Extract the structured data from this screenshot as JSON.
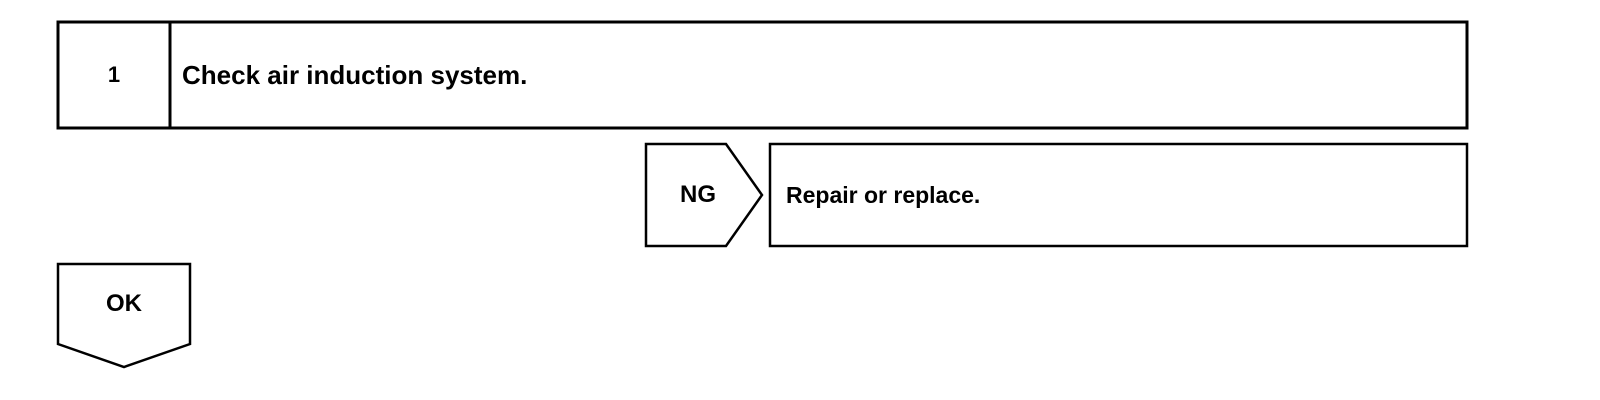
{
  "step": {
    "number": "1",
    "title": "Check air induction system."
  },
  "ng_branch": {
    "label": "NG",
    "action": "Repair or replace."
  },
  "ok_branch": {
    "label": "OK"
  }
}
